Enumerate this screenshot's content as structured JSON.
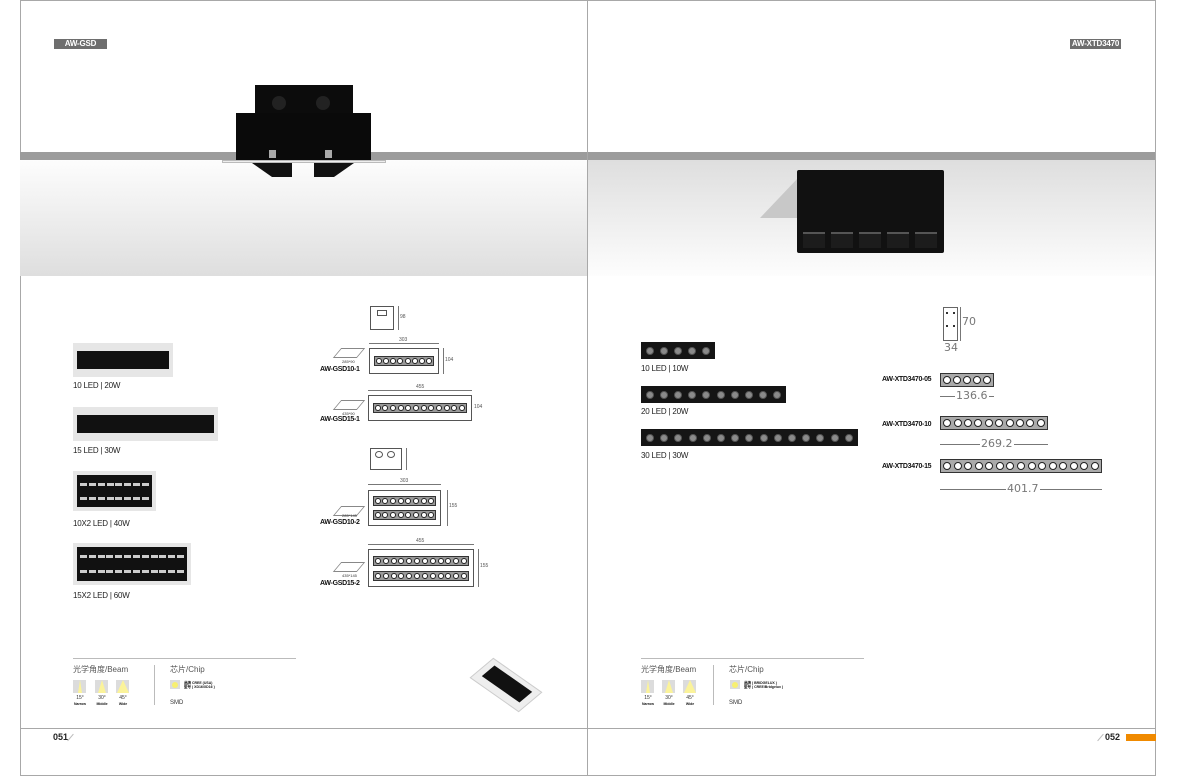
{
  "left_page": {
    "tag": "AW-GSD",
    "products": [
      {
        "caption": "10 LED | 20W",
        "leds": 10,
        "rows": 1
      },
      {
        "caption": "15 LED | 30W",
        "leds": 15,
        "rows": 1
      },
      {
        "caption": "10X2 LED | 40W",
        "leds": 10,
        "rows": 2
      },
      {
        "caption": "15X2 LED | 60W",
        "leds": 15,
        "rows": 2
      }
    ],
    "drawings": [
      {
        "model": "AW-GSD10-1",
        "cutout": "285*90",
        "width": "303",
        "height": "104"
      },
      {
        "model": "AW-GSD15-1",
        "cutout": "435*90",
        "width": "455",
        "height": "104"
      },
      {
        "model": "AW-GSD10-2",
        "cutout": "285*145",
        "width": "303",
        "height": "155"
      },
      {
        "model": "AW-GSD15-2",
        "cutout": "435*145",
        "width": "455",
        "height": "155"
      }
    ],
    "side_view_height": "98",
    "specs": {
      "beam_title": "光学角度/Beam",
      "beams": [
        {
          "angle": "15°",
          "label": "Narrow"
        },
        {
          "angle": "30°",
          "label": "Middle"
        },
        {
          "angle": "45°",
          "label": "Wide"
        }
      ],
      "chip_title": "芯片/Chip",
      "chip_lines": [
        "品牌 CREE (USA)",
        "型号 ( XD16/XD16 )"
      ],
      "chip_type": "SMD"
    },
    "page_number": "051"
  },
  "right_page": {
    "tag": "AW-XTD3470",
    "products": [
      {
        "caption": "10 LED | 10W",
        "leds": 5
      },
      {
        "caption": "20 LED | 20W",
        "leds": 10
      },
      {
        "caption": "30 LED | 30W",
        "leds": 15
      }
    ],
    "section": {
      "height": "70",
      "width": "34"
    },
    "drawings": [
      {
        "model": "AW-XTD3470-05",
        "length": "136.6",
        "leds": 5
      },
      {
        "model": "AW-XTD3470-10",
        "length": "269.2",
        "leds": 10
      },
      {
        "model": "AW-XTD3470-15",
        "length": "401.7",
        "leds": 15
      }
    ],
    "specs": {
      "beam_title": "光学角度/Beam",
      "beams": [
        {
          "angle": "15°",
          "label": "Narrow"
        },
        {
          "angle": "30°",
          "label": "Middle"
        },
        {
          "angle": "45°",
          "label": "Wide"
        }
      ],
      "chip_title": "芯片/Chip",
      "chip_lines": [
        "品牌 ( BRIDGELUX )",
        "型号 ( CREE/Bridgelux )"
      ],
      "chip_type": "SMD"
    },
    "page_number": "052"
  },
  "colors": {
    "accent": "#f08a00",
    "tag_bg": "#6e6e6e",
    "grey_bar": "#9c9c9c"
  }
}
